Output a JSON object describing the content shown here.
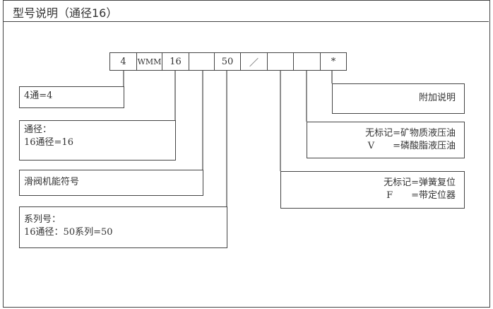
{
  "title": "型号说明（通径16）",
  "code_cells": [
    "4",
    "WMM",
    "16",
    "",
    "50",
    "／",
    "",
    "",
    "*"
  ],
  "boxes": {
    "ports": "4通=4",
    "size_label": "通径：",
    "size_value": "16通径=16",
    "spool": "滑阀机能符号",
    "series_label": "系列号：",
    "series_value": "16通径：50系列=50",
    "extra": "附加说明",
    "fluid_1": "无标记=矿物质液压油",
    "fluid_2": "V　　=磷酸脂液压油",
    "reset_1": "无标记=弹簧复位",
    "reset_2": "F　　=带定位器"
  }
}
